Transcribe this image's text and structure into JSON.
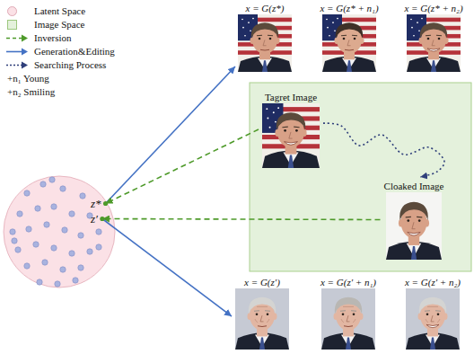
{
  "diagram": {
    "nodes": [
      {
        "text": [
          "x = G(z*)"
        ]
      },
      {
        "text": [
          "x = G(z* + n₁)"
        ]
      },
      {
        "text": [
          "x = G(z* + n₂)"
        ]
      },
      {
        "text": [
          "Tagret Image"
        ]
      },
      {
        "text": [
          "z*"
        ]
      },
      {
        "text": [
          "z′"
        ]
      },
      {
        "text": [
          "Cloaked Image"
        ]
      },
      {
        "text": [
          "x = G(z′)"
        ]
      },
      {
        "text": [
          "x = G(z′ + n₁)"
        ]
      },
      {
        "text": [
          "x = G(z′ + n₂)"
        ]
      }
    ],
    "edges": [
      {
        "from": 4,
        "to": 0,
        "arrow": "to"
      },
      {
        "from": 3,
        "to": 4,
        "arrow": "to"
      },
      {
        "from": 3,
        "to": 6,
        "arrow": "to"
      },
      {
        "from": 6,
        "to": 5,
        "arrow": "to"
      },
      {
        "from": 5,
        "to": 7,
        "arrow": "to"
      }
    ],
    "legend": [
      {
        "text": "Latent Space",
        "color": "#fbe1e6"
      },
      {
        "text": "Image Space",
        "color": "#e4f1dc"
      },
      {
        "text": "Inversion"
      },
      {
        "text": "Generation&Editing"
      },
      {
        "text": "Searching Process"
      },
      {
        "text": "+n₁ Young"
      },
      {
        "text": "+n₂ Smiling"
      }
    ]
  }
}
